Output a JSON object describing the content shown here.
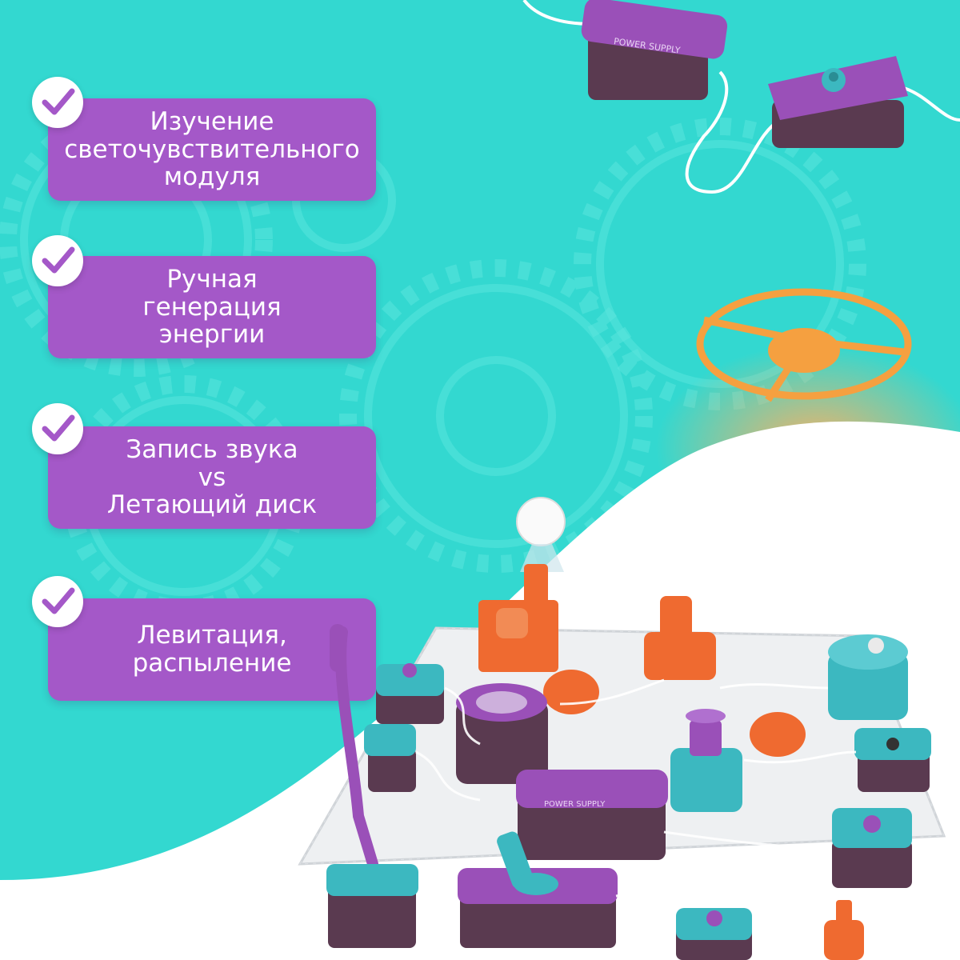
{
  "features": [
    {
      "text": "Изучение\nсветочувствительного\nмодуля"
    },
    {
      "text": "Ручная\nгенерация\nэнергии"
    },
    {
      "text": "Запись звука\nvs\nЛетающий диск"
    },
    {
      "text": "Левитация,\nраспыление"
    }
  ],
  "colors": {
    "background": "#33d8d0",
    "panel": "#a458c8",
    "check": "#a458c8",
    "accent_orange": "#f5a040",
    "module_purple": "#9a50b8",
    "module_teal": "#3cb8c0"
  },
  "product": {
    "power_supply_label": "POWER SUPPLY"
  }
}
